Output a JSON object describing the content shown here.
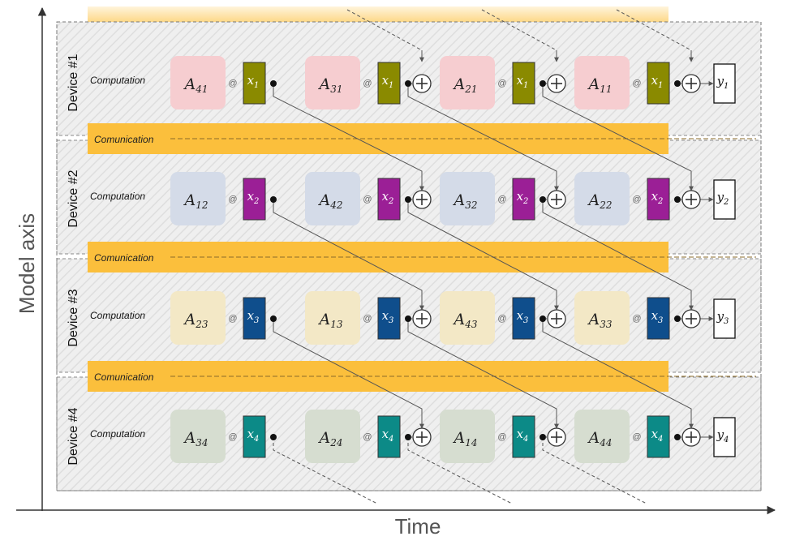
{
  "axes": {
    "y_label": "Model axis",
    "x_label": "Time"
  },
  "labels": {
    "computation": "Computation",
    "communication": "Comunication",
    "at": "@",
    "plus": "+"
  },
  "colors": {
    "A1": "#f6cdd0",
    "A2": "#d4dbe8",
    "A3": "#f3e8c6",
    "A4": "#d6ddd0",
    "x1": "#8a8a00",
    "x2": "#9b1f96",
    "x3": "#0f4e8c",
    "x4": "#0c8a87",
    "band": "#fbbf3c"
  },
  "devices": [
    {
      "label": "Device #1",
      "x_index": "1",
      "y_index": "1",
      "blocks": [
        "41",
        "31",
        "21",
        "11"
      ]
    },
    {
      "label": "Device #2",
      "x_index": "2",
      "y_index": "2",
      "blocks": [
        "12",
        "42",
        "32",
        "22"
      ]
    },
    {
      "label": "Device #3",
      "x_index": "3",
      "y_index": "3",
      "blocks": [
        "23",
        "13",
        "43",
        "33"
      ]
    },
    {
      "label": "Device #4",
      "x_index": "4",
      "y_index": "4",
      "blocks": [
        "34",
        "24",
        "14",
        "44"
      ]
    }
  ]
}
